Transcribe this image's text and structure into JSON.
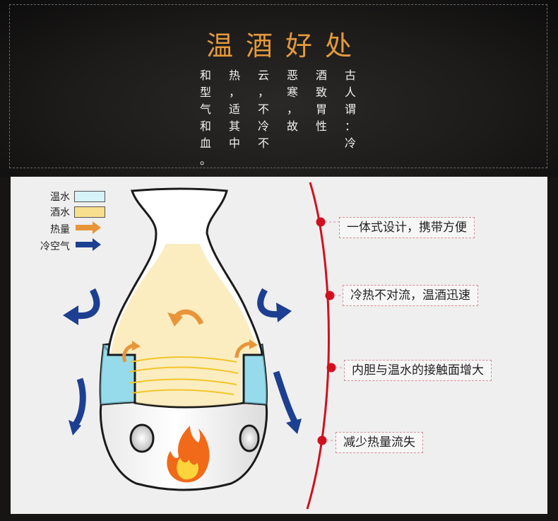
{
  "header": {
    "title": "温酒好处",
    "poem_columns": [
      [
        "古",
        "人",
        "谓",
        "：",
        "冷"
      ],
      [
        "酒",
        "致",
        "胃",
        "性",
        ""
      ],
      [
        "恶",
        "寒",
        "，",
        "故",
        ""
      ],
      [
        "云",
        "，",
        "不",
        "冷",
        "不"
      ],
      [
        "热",
        "，",
        "适",
        "其",
        "中"
      ],
      [
        "和",
        "型",
        "气",
        "和",
        "血",
        "。"
      ]
    ]
  },
  "legend": {
    "warm_water": "温水",
    "wine": "酒水",
    "heat": "热量",
    "cold_air": "冷空气"
  },
  "callouts": [
    "一体式设计，携带方便",
    "冷热不对流，温酒迅速",
    "内胆与温水的接触面增大",
    "减少热量流失"
  ],
  "colors": {
    "title": "#e49a3c",
    "warm_water": "#d6f3fa",
    "wine": "#f8df8d",
    "heat_arrow": "#e8953a",
    "cold_arrow": "#1c3f91",
    "timeline": "#d0101f"
  }
}
